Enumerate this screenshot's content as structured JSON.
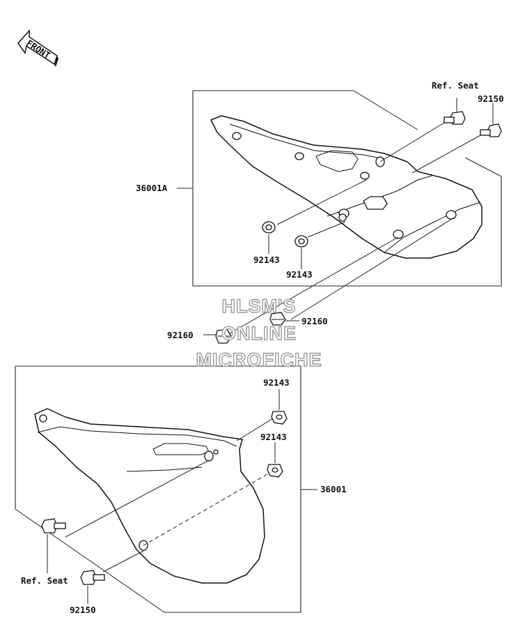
{
  "labels": {
    "front": "FRONT",
    "ref_seat_top": "Ref. Seat",
    "bolt_top": "92150",
    "assembly_top": "36001A",
    "washer_top_left": "92143",
    "washer_top_right": "92143",
    "grommet_right": "92160",
    "grommet_left": "92160",
    "washer_low_a": "92143",
    "washer_low_b": "92143",
    "assembly_low": "36001",
    "ref_seat_low": "Ref. Seat",
    "bolt_low": "92150"
  },
  "watermark": {
    "line1": "HLSM'S",
    "line2": "ONLINE",
    "line3": "MICROFICHE"
  }
}
